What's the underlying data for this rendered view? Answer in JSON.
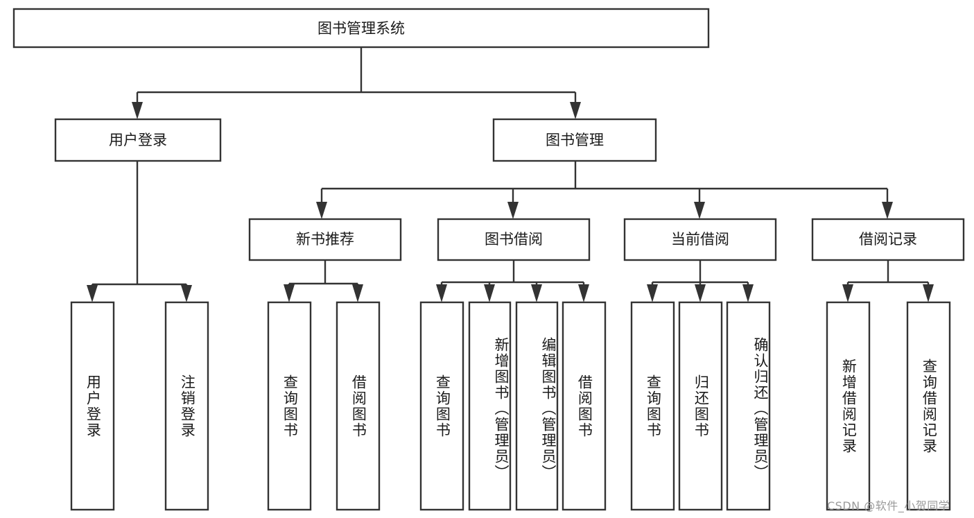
{
  "diagram": {
    "type": "tree",
    "orientation": "top-down",
    "title": "图书管理系统",
    "root": {
      "id": "root",
      "label": "图书管理系统",
      "text_direction": "horizontal"
    },
    "level1": [
      {
        "id": "user-login",
        "label": "用户登录",
        "text_direction": "horizontal"
      },
      {
        "id": "book-manage",
        "label": "图书管理",
        "text_direction": "horizontal"
      }
    ],
    "level2": [
      {
        "id": "new-book-recommend",
        "label": "新书推荐",
        "parent": "book-manage",
        "text_direction": "horizontal"
      },
      {
        "id": "book-borrow",
        "label": "图书借阅",
        "parent": "book-manage",
        "text_direction": "horizontal"
      },
      {
        "id": "current-borrow",
        "label": "当前借阅",
        "parent": "book-manage",
        "text_direction": "horizontal"
      },
      {
        "id": "borrow-record",
        "label": "借阅记录",
        "parent": "book-manage",
        "text_direction": "horizontal"
      }
    ],
    "leaves": [
      {
        "id": "leaf-user-login",
        "label": "用户登录",
        "parent": "user-login",
        "text_direction": "vertical"
      },
      {
        "id": "leaf-user-logout",
        "label": "注销登录",
        "parent": "user-login",
        "text_direction": "vertical"
      },
      {
        "id": "leaf-query-book-1",
        "label": "查询图书",
        "parent": "new-book-recommend",
        "text_direction": "vertical"
      },
      {
        "id": "leaf-borrow-book-1",
        "label": "借阅图书",
        "parent": "new-book-recommend",
        "text_direction": "vertical"
      },
      {
        "id": "leaf-query-book-2",
        "label": "查询图书",
        "parent": "book-borrow",
        "text_direction": "vertical"
      },
      {
        "id": "leaf-add-book",
        "label": "新增图书（管理员）",
        "parent": "book-borrow",
        "text_direction": "vertical"
      },
      {
        "id": "leaf-edit-book",
        "label": "编辑图书（管理员）",
        "parent": "book-borrow",
        "text_direction": "vertical"
      },
      {
        "id": "leaf-borrow-book-2",
        "label": "借阅图书",
        "parent": "book-borrow",
        "text_direction": "vertical"
      },
      {
        "id": "leaf-query-book-3",
        "label": "查询图书",
        "parent": "current-borrow",
        "text_direction": "vertical"
      },
      {
        "id": "leaf-return-book",
        "label": "归还图书",
        "parent": "current-borrow",
        "text_direction": "vertical"
      },
      {
        "id": "leaf-confirm-return",
        "label": "确认归还（管理员）",
        "parent": "current-borrow",
        "text_direction": "vertical"
      },
      {
        "id": "leaf-add-record",
        "label": "新增借阅记录",
        "parent": "borrow-record",
        "text_direction": "vertical"
      },
      {
        "id": "leaf-query-record",
        "label": "查询借阅记录",
        "parent": "borrow-record",
        "text_direction": "vertical"
      }
    ],
    "colors": {
      "background": "#ffffff",
      "box_fill": "#ffffff",
      "box_stroke": "#333333",
      "text": "#1a1a1a",
      "connector": "#333333",
      "watermark": "#9a9a9a"
    }
  },
  "watermark": {
    "text": "CSDN @软件_小贺同学"
  }
}
